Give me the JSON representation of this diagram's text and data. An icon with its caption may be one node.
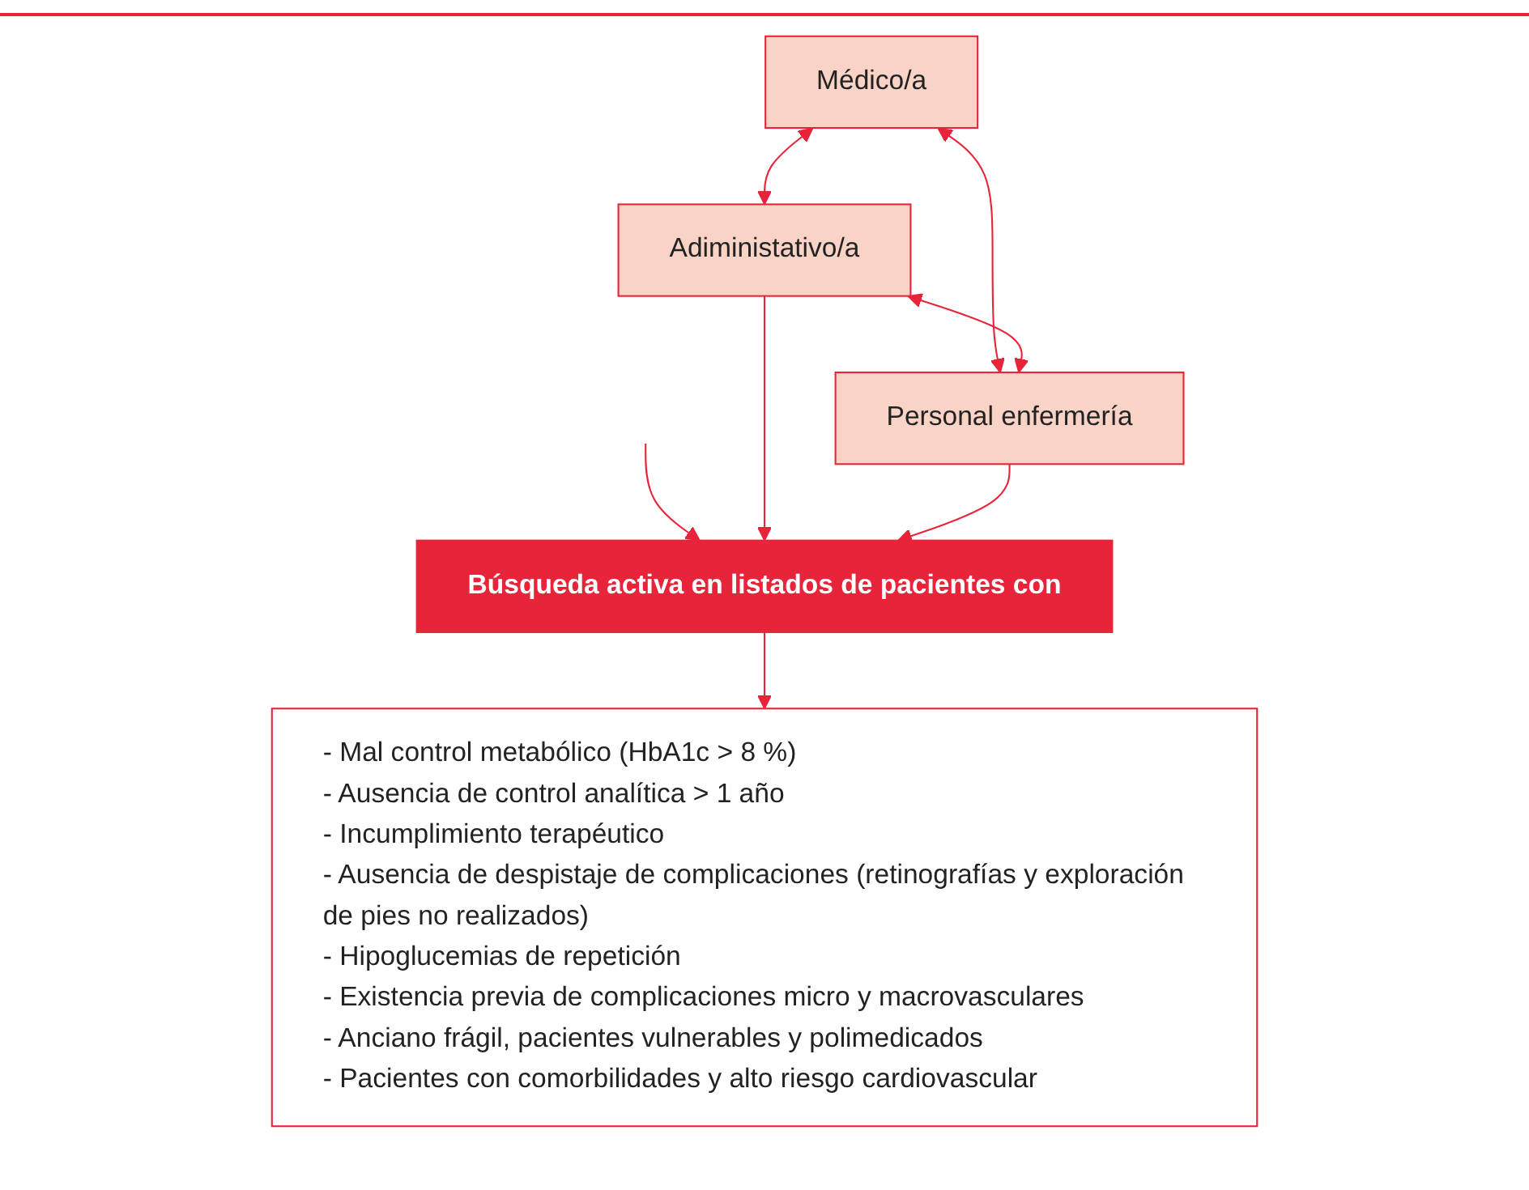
{
  "diagram": {
    "nodes": [
      {
        "text": [
          "Médico/a"
        ]
      },
      {
        "text": [
          "Adiministativo/a"
        ]
      },
      {
        "text": [
          "Personal enfermería"
        ]
      },
      {
        "text": [
          "Búsqueda activa en listados de pacientes con"
        ]
      },
      {
        "text": [
          "- Mal control metabólico (HbA1c > 8 %)",
          "- Ausencia de control analítica > 1 año",
          "- Incumplimiento terapéutico",
          "- Ausencia de despistaje de complicaciones (retinografías y exploración de pies no realizados)",
          "- Hipoglucemias de repetición",
          "- Existencia previa de complicaciones micro y macrovasculares",
          "- Anciano frágil, pacientes vulnerables y polimedicados",
          "- Pacientes con comorbilidades y alto riesgo cardiovascular"
        ]
      }
    ],
    "edges": [
      {
        "from": 0,
        "to": 1,
        "arrow": "both"
      },
      {
        "from": 0,
        "to": 2,
        "arrow": "both"
      },
      {
        "from": 1,
        "to": 2,
        "arrow": "both"
      },
      {
        "from": null,
        "to": 3,
        "arrow": "to"
      },
      {
        "from": 1,
        "to": 3,
        "arrow": "to"
      },
      {
        "from": 2,
        "to": 3,
        "arrow": "to"
      },
      {
        "from": 3,
        "to": 4,
        "arrow": "to"
      }
    ]
  }
}
